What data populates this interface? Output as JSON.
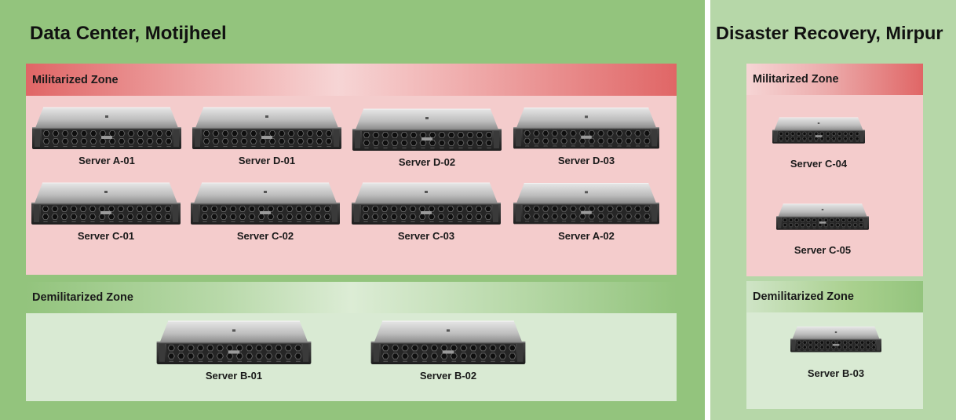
{
  "sites": [
    {
      "title": "Data Center, Motijheel",
      "militarized_zone": {
        "label": "Militarized Zone",
        "servers": [
          "Server A-01",
          "Server D-01",
          "Server D-02",
          "Server D-03",
          "Server C-01",
          "Server C-02",
          "Server C-03",
          "Server A-02"
        ]
      },
      "demilitarized_zone": {
        "label": "Demilitarized Zone",
        "servers": [
          "Server B-01",
          "Server B-02"
        ]
      }
    },
    {
      "title": "Disaster Recovery, Mirpur",
      "militarized_zone": {
        "label": "Militarized Zone",
        "servers": [
          "Server C-04",
          "Server C-05"
        ]
      },
      "demilitarized_zone": {
        "label": "Demilitarized Zone",
        "servers": [
          "Server B-03"
        ]
      }
    }
  ],
  "colors": {
    "site_primary_bg": "#93c47d",
    "site_secondary_bg": "#b6d7a8",
    "militarized_zone_bg": "#f4cccc",
    "militarized_header": "#e06666",
    "demilitarized_zone_bg": "#d9ead3",
    "demilitarized_header": "#93c47d"
  },
  "icons": {
    "server": "rack-server-icon"
  }
}
